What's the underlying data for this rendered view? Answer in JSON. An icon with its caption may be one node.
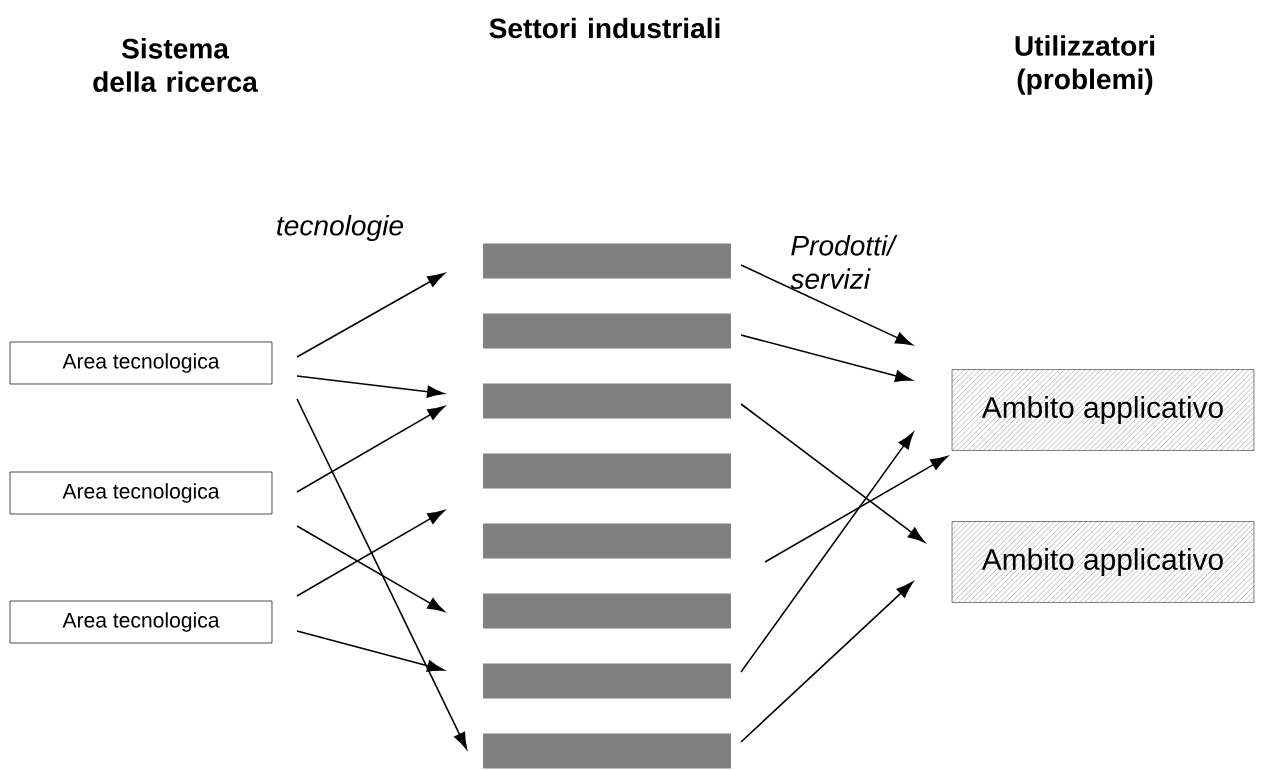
{
  "diagram": {
    "nodes": [
      {
        "text": [
          "Area tecnologica"
        ]
      },
      {
        "text": [
          "Area tecnologica"
        ]
      },
      {
        "text": [
          "Area tecnologica"
        ]
      },
      {
        "text": [],
        "shape": "bar"
      },
      {
        "text": [],
        "shape": "bar"
      },
      {
        "text": [],
        "shape": "bar"
      },
      {
        "text": [],
        "shape": "bar"
      },
      {
        "text": [],
        "shape": "bar"
      },
      {
        "text": [],
        "shape": "bar"
      },
      {
        "text": [],
        "shape": "bar"
      },
      {
        "text": [],
        "shape": "bar"
      },
      {
        "text": [
          "Ambito applicativo"
        ]
      },
      {
        "text": [
          "Ambito applicativo"
        ]
      }
    ],
    "edges": [
      {
        "from": 0,
        "to": 3,
        "arrow": "to"
      },
      {
        "from": 0,
        "to": 5,
        "arrow": "to"
      },
      {
        "from": 0,
        "to": 10,
        "arrow": "to"
      },
      {
        "from": 1,
        "to": 5,
        "arrow": "to"
      },
      {
        "from": 1,
        "to": 8,
        "arrow": "to"
      },
      {
        "from": 2,
        "to": 7,
        "arrow": "to"
      },
      {
        "from": 2,
        "to": 9,
        "arrow": "to"
      },
      {
        "from": 3,
        "to": 11,
        "arrow": "to"
      },
      {
        "from": 4,
        "to": 11,
        "arrow": "to"
      },
      {
        "from": 5,
        "to": 12,
        "arrow": "to"
      },
      {
        "from": null,
        "to": 11,
        "arrow": "to"
      },
      {
        "from": 9,
        "to": 11,
        "arrow": "to"
      },
      {
        "from": 10,
        "to": 12,
        "arrow": "to"
      }
    ],
    "labels": [
      "Sistema della ricerca",
      "Settori industriali",
      "Utilizzatori (problemi)",
      "tecnologie",
      "Prodotti/ servizi"
    ]
  }
}
